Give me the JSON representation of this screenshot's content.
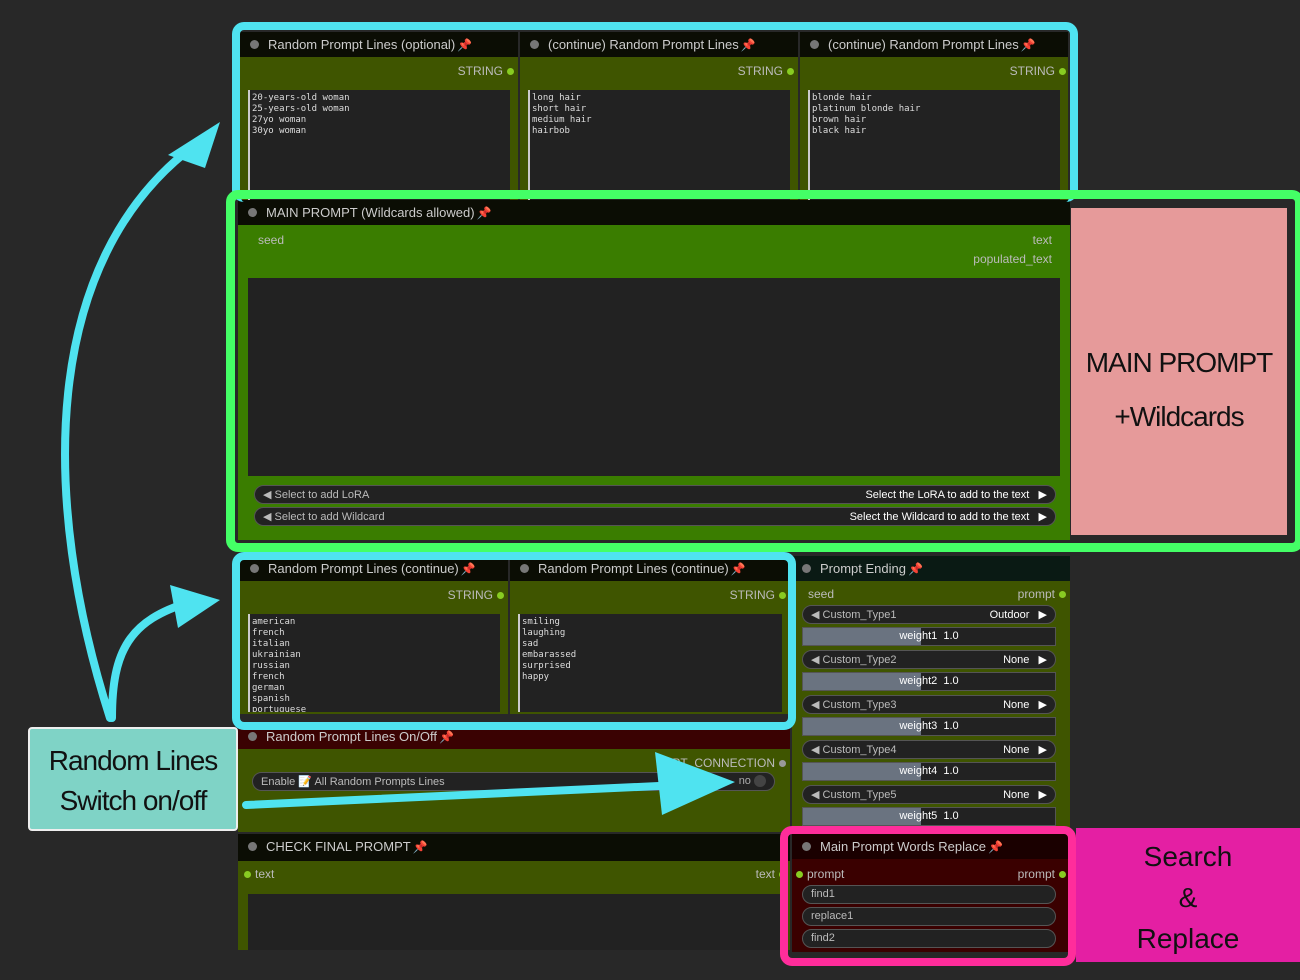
{
  "top_nodes": [
    {
      "title": "Random Prompt Lines (optional)",
      "output": "STRING",
      "lines": "20-years-old woman\n25-years-old woman\n27yo woman\n30yo woman"
    },
    {
      "title": "(continue) Random Prompt Lines",
      "output": "STRING",
      "lines": "long hair\nshort hair\nmedium hair\nhairbob"
    },
    {
      "title": "(continue) Random Prompt Lines",
      "output": "STRING",
      "lines": "blonde hair\nplatinum blonde hair\nbrown hair\nblack hair"
    }
  ],
  "main_prompt": {
    "title": "MAIN PROMPT (Wildcards allowed)",
    "input_seed": "seed",
    "output_text": "text",
    "output_populated": "populated_text",
    "lora_label": "Select to add LoRA",
    "lora_value": "Select the LoRA to add to the text",
    "wildcard_label": "Select to add Wildcard",
    "wildcard_value": "Select the Wildcard to add to the text"
  },
  "mid_nodes": [
    {
      "title": "Random Prompt Lines (continue)",
      "output": "STRING",
      "lines": "american\nfrench\nitalian\nukrainian\nrussian\nfrench\ngerman\nspanish\nportuguese"
    },
    {
      "title": "Random Prompt Lines (continue)",
      "output": "STRING",
      "lines": "smiling\nlaughing\nsad\nembarassed\nsurprised\nhappy"
    }
  ],
  "onoff": {
    "title": "Random Prompt Lines On/Off",
    "output": "OPT_CONNECTION",
    "toggle_label": "Enable 📝 All Random Prompts Lines",
    "toggle_value": "no"
  },
  "prompt_ending": {
    "title": "Prompt Ending",
    "input": "seed",
    "output": "prompt",
    "rows": [
      {
        "type": "Custom_Type1",
        "value": "Outdoor",
        "weight_label": "weight1",
        "weight": "1.0"
      },
      {
        "type": "Custom_Type2",
        "value": "None",
        "weight_label": "weight2",
        "weight": "1.0"
      },
      {
        "type": "Custom_Type3",
        "value": "None",
        "weight_label": "weight3",
        "weight": "1.0"
      },
      {
        "type": "Custom_Type4",
        "value": "None",
        "weight_label": "weight4",
        "weight": "1.0"
      },
      {
        "type": "Custom_Type5",
        "value": "None",
        "weight_label": "weight5",
        "weight": "1.0"
      }
    ]
  },
  "check_final": {
    "title": "CHECK FINAL PROMPT",
    "input": "text",
    "output": "text"
  },
  "replace": {
    "title": "Main Prompt Words Replace",
    "input": "prompt",
    "output": "prompt",
    "fields": [
      "find1",
      "replace1",
      "find2"
    ]
  },
  "annotations": {
    "main_prompt": "MAIN PROMPT\n+Wildcards",
    "random_lines": "Random Lines\nSwitch on/off",
    "search_replace": "Search\n&\nReplace"
  },
  "colors": {
    "cyan": "#4fe3f0",
    "green": "#44ff66",
    "pink": "#ff2d9b",
    "main_fill": "#e69a9a",
    "teal_fill": "#7fd3c6",
    "magenta_fill": "#e41fa3"
  }
}
